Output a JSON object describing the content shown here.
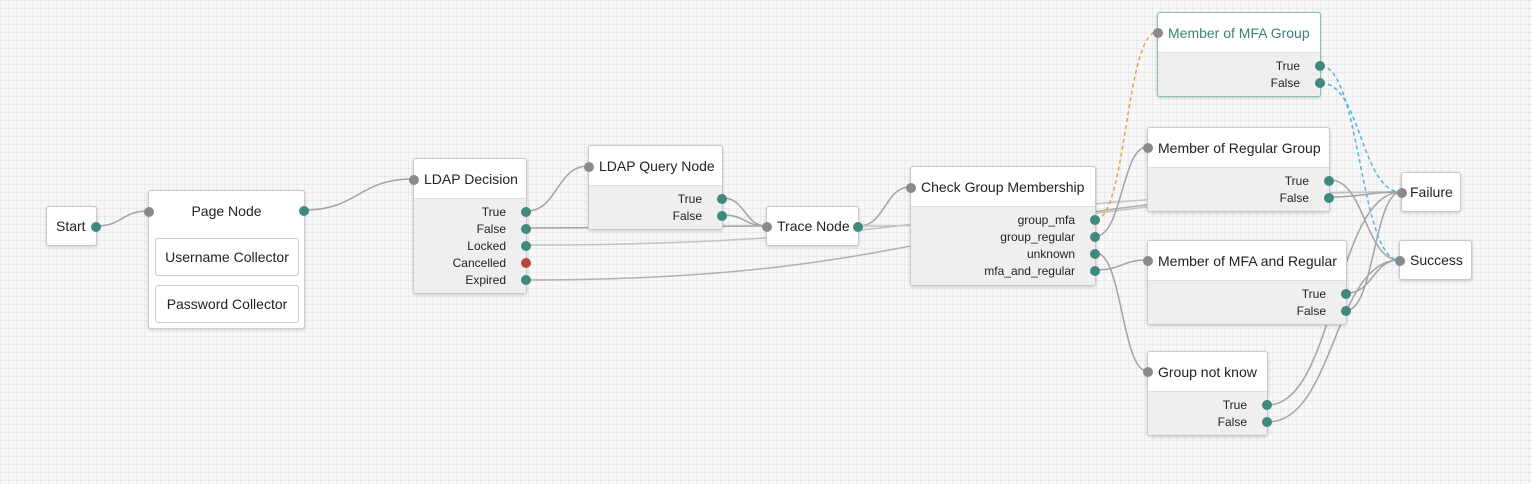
{
  "nodes": {
    "start": {
      "label": "Start"
    },
    "page_node": {
      "title": "Page Node",
      "children": [
        "Username Collector",
        "Password Collector"
      ]
    },
    "ldap_decision": {
      "title": "LDAP Decision",
      "outcomes": [
        "True",
        "False",
        "Locked",
        "Cancelled",
        "Expired"
      ]
    },
    "ldap_query": {
      "title": "LDAP Query Node",
      "outcomes": [
        "True",
        "False"
      ]
    },
    "trace_node": {
      "label": "Trace Node"
    },
    "check_group": {
      "title": "Check Group Membership",
      "outcomes": [
        "group_mfa",
        "group_regular",
        "unknown",
        "mfa_and_regular"
      ]
    },
    "member_mfa": {
      "title": "Member of MFA Group",
      "outcomes": [
        "True",
        "False"
      ]
    },
    "member_regular": {
      "title": "Member of Regular Group",
      "outcomes": [
        "True",
        "False"
      ]
    },
    "member_mfa_regular": {
      "title": "Member of MFA and Regular",
      "outcomes": [
        "True",
        "False"
      ]
    },
    "group_not_know": {
      "title": "Group not know",
      "outcomes": [
        "True",
        "False"
      ]
    },
    "failure": {
      "label": "Failure"
    },
    "success": {
      "label": "Success"
    }
  },
  "colors": {
    "port_input": "#8a8a8a",
    "port_output": "#3f8a7c",
    "port_disconnected": "#b5473f",
    "wire": "#a3a3a3",
    "wire_highlight_orange": "#e8a04d",
    "wire_highlight_blue": "#5ab4d6",
    "selected_title": "#3a8275"
  }
}
